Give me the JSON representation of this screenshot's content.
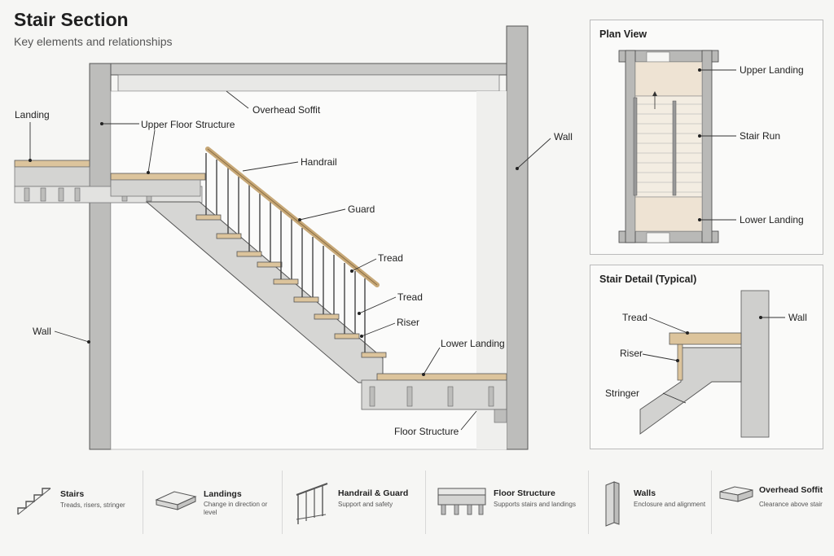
{
  "header": {
    "title": "Stair Section",
    "subtitle": "Key elements and relationships"
  },
  "section": {
    "landing": "Landing",
    "upper_floor_structure": "Upper Floor Structure",
    "overhead_soffit": "Overhead Soffit",
    "wall_right": "Wall",
    "handrail": "Handrail",
    "guard": "Guard",
    "tread_1": "Tread",
    "tread_2": "Tread",
    "riser": "Riser",
    "lower_landing": "Lower Landing",
    "wall_left": "Wall",
    "floor_structure": "Floor Structure"
  },
  "plan_view": {
    "title": "Plan View",
    "upper_landing": "Upper Landing",
    "stair_run": "Stair Run",
    "lower_landing": "Lower Landing"
  },
  "stair_detail": {
    "title": "Stair Detail (Typical)",
    "tread": "Tread",
    "riser": "Riser",
    "stringer": "Stringer",
    "wall": "Wall"
  },
  "legend": [
    {
      "title": "Stairs",
      "subtitle": "Treads, risers, stringer"
    },
    {
      "title": "Landings",
      "subtitle": "Change in direction or level"
    },
    {
      "title": "Handrail & Guard",
      "subtitle": "Support and safety"
    },
    {
      "title": "Floor Structure",
      "subtitle": "Supports stairs and landings"
    },
    {
      "title": "Walls",
      "subtitle": "Enclosure and alignment"
    },
    {
      "title": "Overhead Soffit",
      "subtitle": "Clearance above stair"
    }
  ],
  "colors": {
    "wall_gray": "#b4b4b4",
    "wood": "#dcc49c",
    "structure": "#d4d4d2",
    "line": "#333333"
  }
}
